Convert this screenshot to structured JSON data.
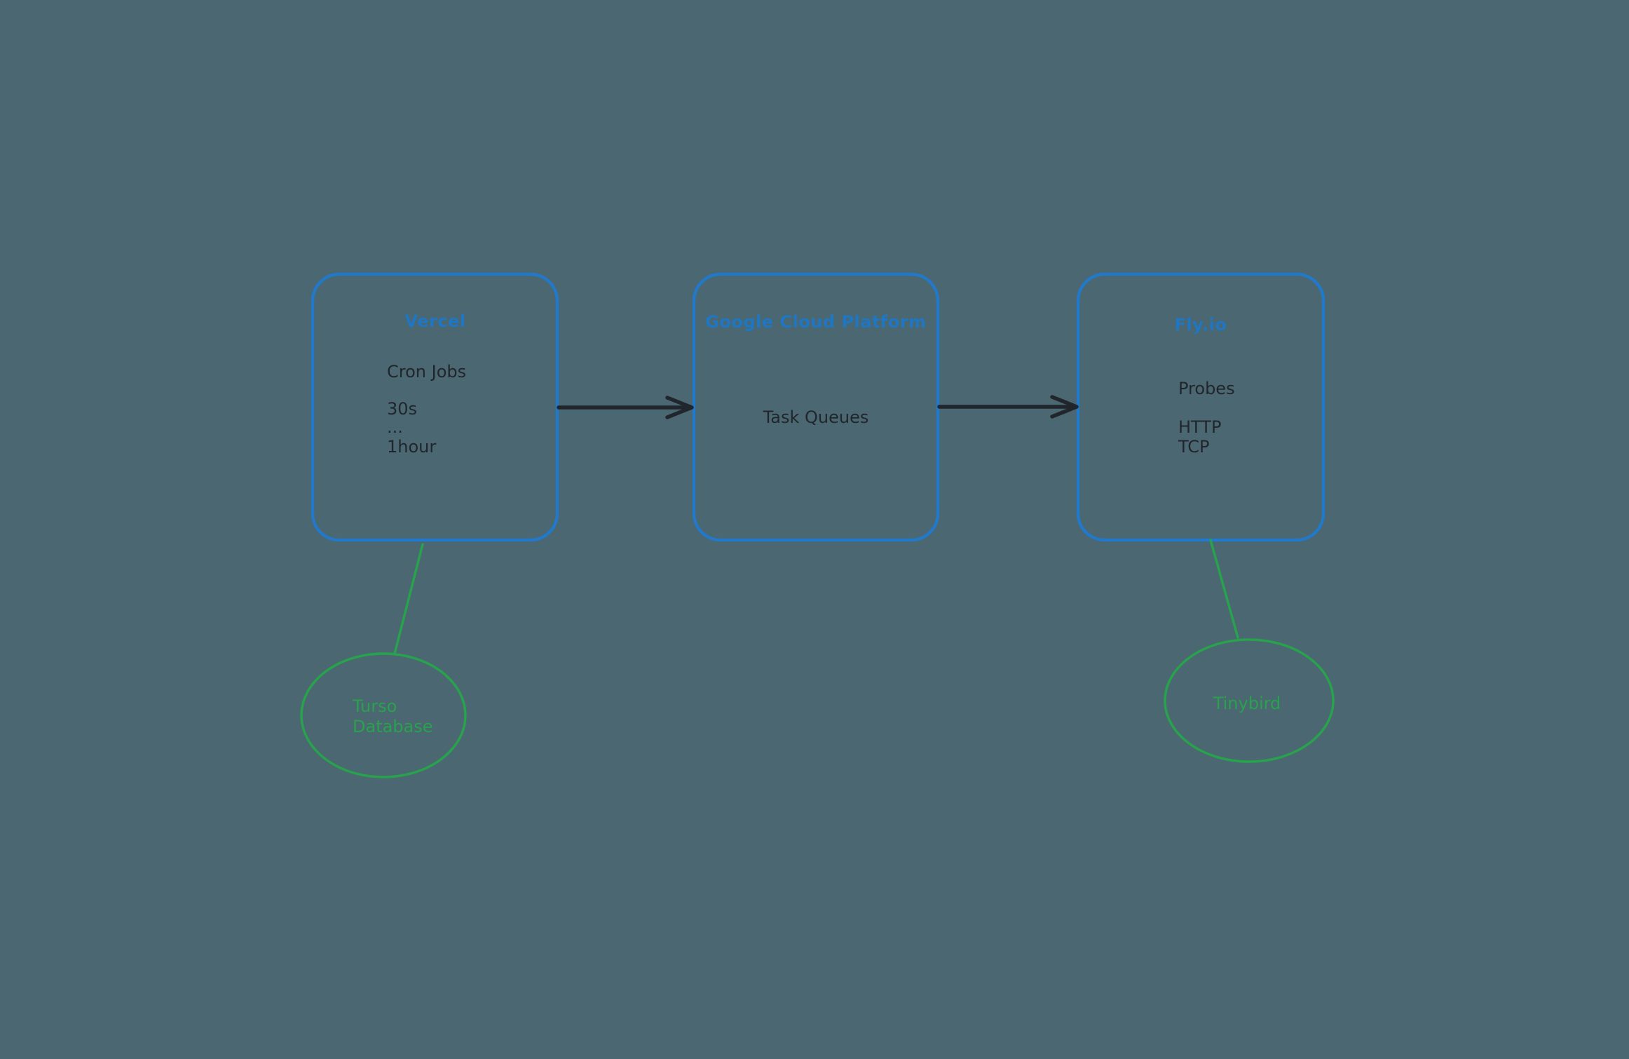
{
  "colors": {
    "background": "#4b6771",
    "node-border": "#2279c9",
    "node-title": "#1f76c2",
    "text": "#21262c",
    "arrow": "#21262c",
    "green": "#28a24c"
  },
  "diagram": {
    "boxes": [
      {
        "title": "Vercel",
        "lines": [
          "Cron Jobs",
          "30s",
          "...",
          "1hour"
        ]
      },
      {
        "title": "Google Cloud Platform",
        "lines": [
          "Task Queues"
        ]
      },
      {
        "title": "Fly.io",
        "lines": [
          "Probes",
          "HTTP",
          "TCP"
        ]
      }
    ],
    "ellipses": [
      {
        "name": "Turso Database",
        "lines": [
          "Turso",
          "Database"
        ]
      },
      {
        "name": "Tinybird",
        "lines": [
          "Tinybird"
        ]
      }
    ],
    "connections": [
      {
        "from": "Vercel",
        "to": "Google Cloud Platform",
        "style": "black-arrow"
      },
      {
        "from": "Google Cloud Platform",
        "to": "Fly.io",
        "style": "black-arrow"
      },
      {
        "from": "Vercel",
        "to": "Turso Database",
        "style": "green-line"
      },
      {
        "from": "Fly.io",
        "to": "Tinybird",
        "style": "green-line"
      }
    ]
  }
}
